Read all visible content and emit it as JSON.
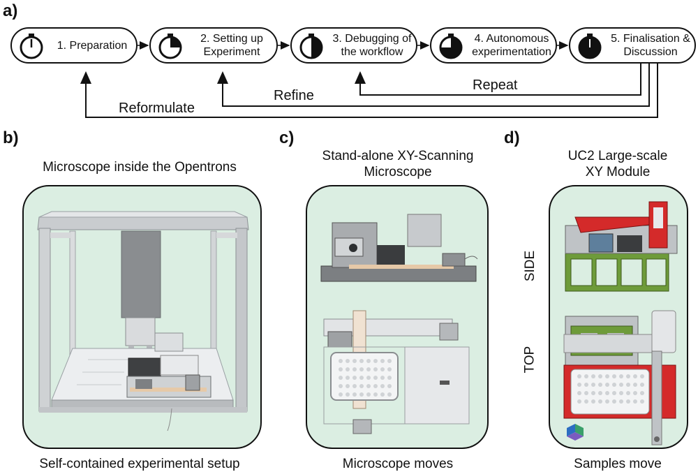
{
  "panel_a": {
    "letter": "a)",
    "steps": [
      {
        "label": "1. Preparation",
        "fill": 0
      },
      {
        "label": "2. Setting up\nExperiment",
        "fill": 0.25
      },
      {
        "label": "3. Debugging of\nthe workflow",
        "fill": 0.5
      },
      {
        "label": "4. Autonomous\nexperimentation",
        "fill": 0.75
      },
      {
        "label": "5. Finalisation &\nDiscussion",
        "fill": 1
      }
    ],
    "feedback": {
      "repeat": "Repeat",
      "refine": "Refine",
      "reformulate": "Reformulate"
    }
  },
  "panel_b": {
    "letter": "b)",
    "title": "Microscope inside the Opentrons",
    "caption": "Self-contained experimental setup"
  },
  "panel_c": {
    "letter": "c)",
    "title": "Stand-alone XY-Scanning\nMicroscope",
    "caption": "Microscope moves"
  },
  "panel_d": {
    "letter": "d)",
    "title": "UC2 Large-scale\nXY Module",
    "caption": "Samples move",
    "side_label": "SIDE",
    "top_label": "TOP"
  },
  "colors": {
    "panel_bg": "#dbeee2",
    "uc2_red": "#d42a2a",
    "uc2_green": "#6e9b3a",
    "uc2_gray": "#9aa0a6"
  }
}
